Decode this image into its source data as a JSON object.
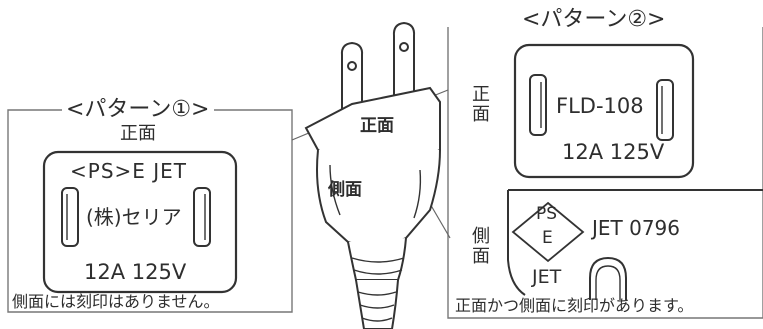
{
  "pattern1": {
    "title": "<パターン①>",
    "face_label": "正面",
    "line1": "<PS>E JET",
    "maker": "(株)セリア",
    "rating": "12A  125V",
    "note": "側面には刻印はありません。"
  },
  "pattern2": {
    "title": "<パターン②>",
    "front_label": "正面",
    "model": "FLD-108",
    "rating": "12A 125V",
    "side_label": "側面",
    "ps_top": "PS",
    "ps_bottom": "E",
    "jet_code": "JET 0796",
    "jet_bottom": "JET",
    "note": "正面かつ側面に刻印があります。"
  },
  "plug": {
    "front_label": "正面",
    "side_label": "側面"
  }
}
